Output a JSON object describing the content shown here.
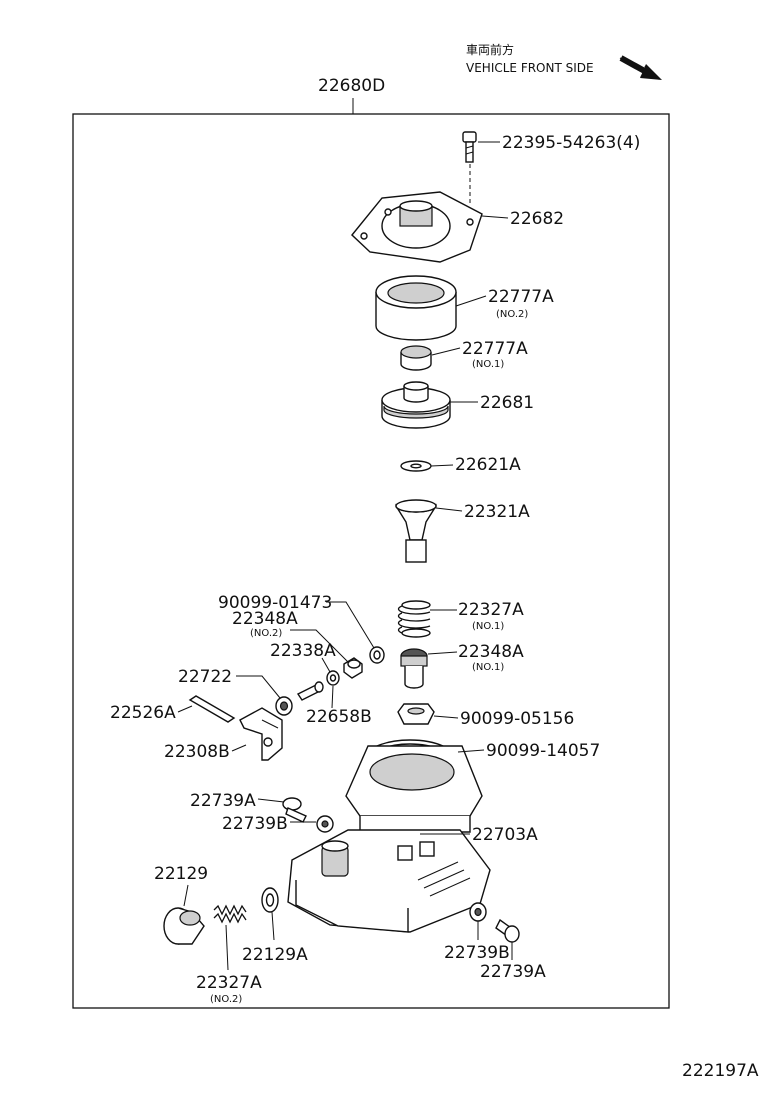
{
  "header": {
    "direction_jp": "車両前方",
    "direction_en": "VEHICLE FRONT SIDE"
  },
  "assembly_number": "22680D",
  "diagram_id": "222197A",
  "callouts": [
    {
      "id": "c1",
      "number": "22395-54263(4)",
      "note": ""
    },
    {
      "id": "c2",
      "number": "22682",
      "note": ""
    },
    {
      "id": "c3",
      "number": "22777A",
      "note": "(NO.2)"
    },
    {
      "id": "c4",
      "number": "22777A",
      "note": "(NO.1)"
    },
    {
      "id": "c5",
      "number": "22681",
      "note": ""
    },
    {
      "id": "c6",
      "number": "22621A",
      "note": ""
    },
    {
      "id": "c7",
      "number": "22321A",
      "note": ""
    },
    {
      "id": "c8",
      "number": "90099-01473",
      "note": ""
    },
    {
      "id": "c9",
      "number": "22348A",
      "note": "(NO.2)"
    },
    {
      "id": "c10",
      "number": "22327A",
      "note": "(NO.1)"
    },
    {
      "id": "c11",
      "number": "22338A",
      "note": ""
    },
    {
      "id": "c12",
      "number": "22348A",
      "note": "(NO.1)"
    },
    {
      "id": "c13",
      "number": "22722",
      "note": ""
    },
    {
      "id": "c14",
      "number": "22526A",
      "note": ""
    },
    {
      "id": "c15",
      "number": "22658B",
      "note": ""
    },
    {
      "id": "c16",
      "number": "90099-05156",
      "note": ""
    },
    {
      "id": "c17",
      "number": "22308B",
      "note": ""
    },
    {
      "id": "c18",
      "number": "90099-14057",
      "note": ""
    },
    {
      "id": "c19",
      "number": "22739A",
      "note": ""
    },
    {
      "id": "c20",
      "number": "22739B",
      "note": ""
    },
    {
      "id": "c21",
      "number": "22703A",
      "note": ""
    },
    {
      "id": "c22",
      "number": "22129",
      "note": ""
    },
    {
      "id": "c23",
      "number": "22129A",
      "note": ""
    },
    {
      "id": "c24",
      "number": "22739B",
      "note": ""
    },
    {
      "id": "c25",
      "number": "22327A",
      "note": "(NO.2)"
    },
    {
      "id": "c26",
      "number": "22739A",
      "note": ""
    }
  ]
}
